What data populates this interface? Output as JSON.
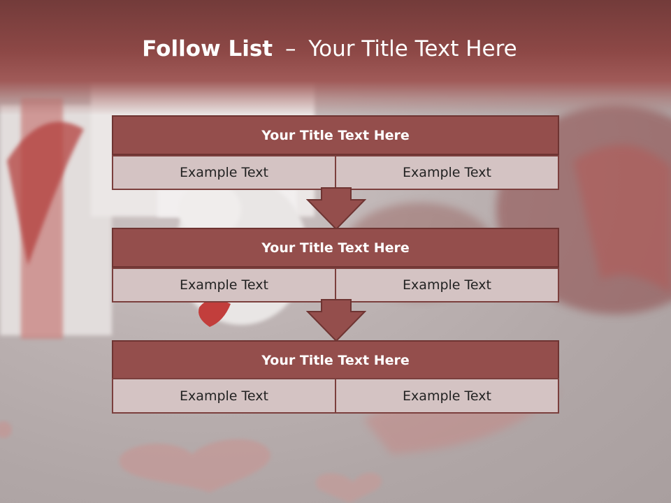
{
  "slide": {
    "title_bold": "Follow List",
    "title_sep": "–",
    "title_rest": "Your Title Text Here"
  },
  "rows": [
    {
      "title": "Your Title Text Here",
      "cells": [
        "Example Text",
        "Example Text"
      ]
    },
    {
      "title": "Your Title Text Here",
      "cells": [
        "Example Text",
        "Example Text"
      ]
    },
    {
      "title": "Your Title Text Here",
      "cells": [
        "Example Text",
        "Example Text"
      ]
    }
  ],
  "arrows": [
    "down-arrow-icon",
    "down-arrow-icon"
  ],
  "colors": {
    "header": "#8d4846",
    "row_title_fill": "#944e4c",
    "cell_fill": "#d4c3c3",
    "border": "#6e3432"
  }
}
